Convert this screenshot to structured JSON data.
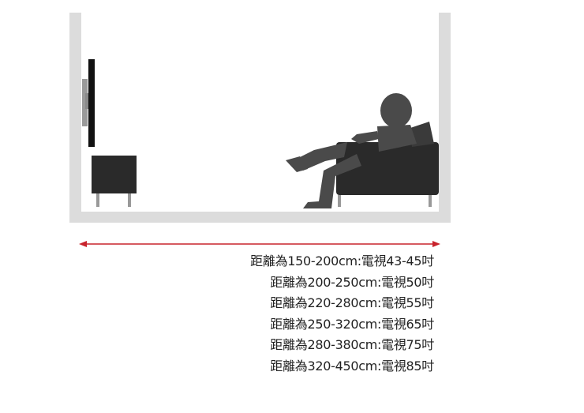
{
  "colors": {
    "accent": "#c8232c",
    "room": "#dcdcdc",
    "furniture": "#2a2a2a",
    "person": "#4a4a4a"
  },
  "icons": [
    "tv-icon",
    "tv-stand-icon",
    "sofa-icon",
    "person-icon",
    "distance-arrow-icon"
  ],
  "recommendations": [
    "距離為150-200cm:電視43-45吋",
    "距離為200-250cm:電視50吋",
    "距離為220-280cm:電視55吋",
    "距離為250-320cm:電視65吋",
    "距離為280-380cm:電視75吋",
    "距離為320-450cm:電視85吋"
  ]
}
